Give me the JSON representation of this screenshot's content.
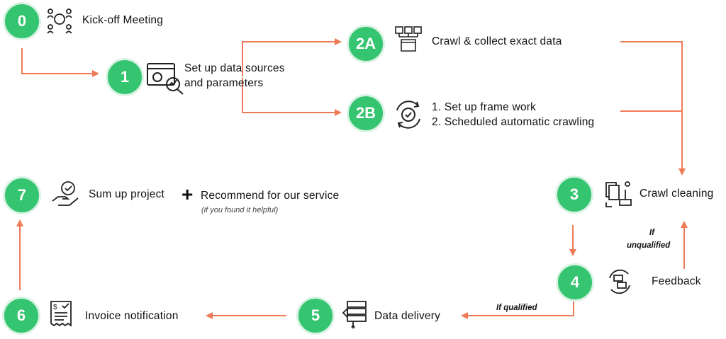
{
  "steps": {
    "s0": {
      "num": "0",
      "label": "Kick-off Meeting",
      "icon": "team-meeting-icon"
    },
    "s1": {
      "num": "1",
      "label_line1": "Set up data sources",
      "label_line2": "and parameters",
      "icon": "settings-analysis-icon"
    },
    "s2a": {
      "num": "2A",
      "label": "Crawl & collect exact data",
      "icon": "data-collect-icon"
    },
    "s2b": {
      "num": "2B",
      "label_line1": "1. Set up frame work",
      "label_line2": "2. Scheduled automatic crawling",
      "icon": "gear-cycle-icon"
    },
    "s3": {
      "num": "3",
      "label": "Crawl cleaning",
      "icon": "cleaning-icon"
    },
    "s4": {
      "num": "4",
      "label": "Feedback",
      "icon": "feedback-icon"
    },
    "s5": {
      "num": "5",
      "label": "Data delivery",
      "icon": "data-delivery-icon"
    },
    "s6": {
      "num": "6",
      "label": "Invoice notification",
      "icon": "invoice-icon"
    },
    "s7": {
      "num": "7",
      "label": "Sum up project",
      "extra": "Recommend for our service",
      "note": "(if you found it helpful)",
      "plus": "+",
      "icon": "hand-check-icon"
    }
  },
  "annotations": {
    "unqualified_line1": "If",
    "unqualified_line2": "unqualified",
    "qualified": "If qualified"
  },
  "colors": {
    "node": "#35c46f",
    "node_ring": "#d8f3e3",
    "arrow": "#f07a55",
    "text": "#111111"
  }
}
